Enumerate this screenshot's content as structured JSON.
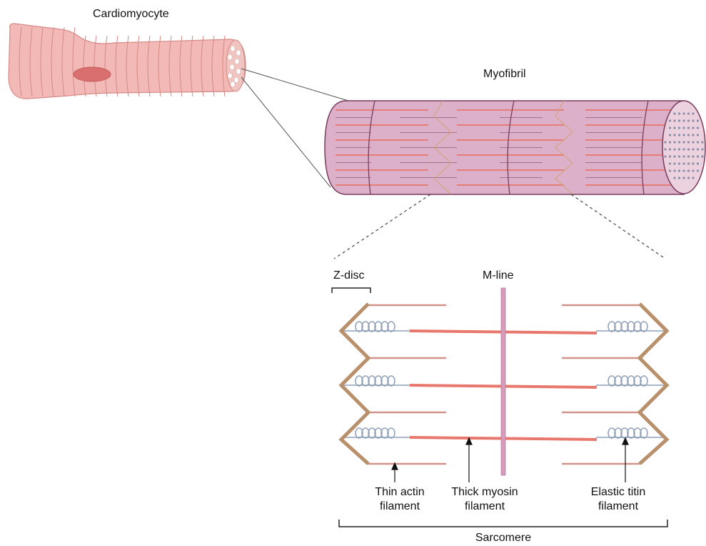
{
  "labels": {
    "cardiomyocyte": "Cardiomyocyte",
    "myofibril": "Myofibril",
    "z_disc": "Z-disc",
    "m_line": "M-line",
    "thin_actin_line1": "Thin actin",
    "thin_actin_line2": "filament",
    "thick_myosin_line1": "Thick myosin",
    "thick_myosin_line2": "filament",
    "elastic_titin_line1": "Elastic titin",
    "elastic_titin_line2": "filament",
    "sarcomere": "Sarcomere"
  },
  "colors": {
    "cell_fill": "#f3b9b6",
    "cell_stroke": "#d48a86",
    "nucleus": "#d9706f",
    "myofibril_fill": "#dbb0c8",
    "myofibril_stroke": "#7a3b5e",
    "myofibril_end": "#ecd1df",
    "actin_red": "#e8776d",
    "z_disc_brown": "#b8906b",
    "m_line_pink": "#d79bbc",
    "titin_blue": "#8fa0b7",
    "thin_filament": "#d4928c"
  }
}
